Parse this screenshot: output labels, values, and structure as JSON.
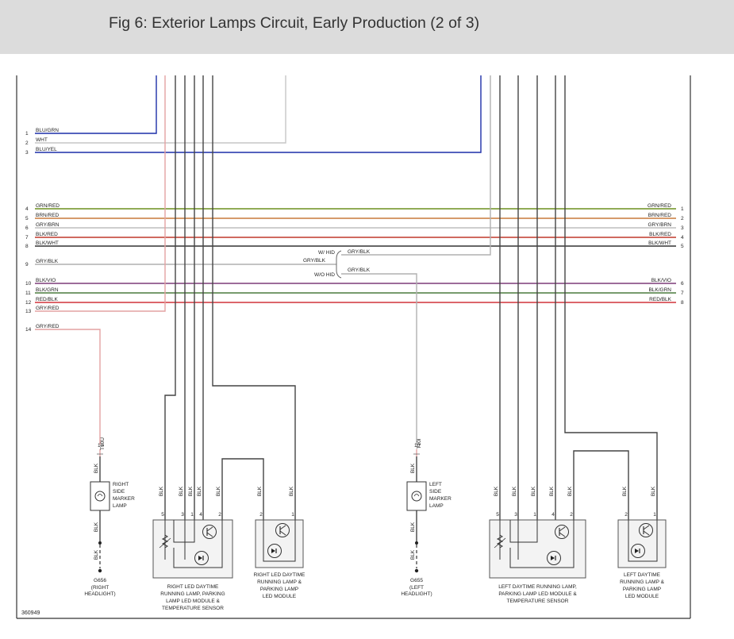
{
  "title": "Fig 6: Exterior Lamps Circuit, Early Production (2 of 3)",
  "figure_id": "360949",
  "colors": {
    "BLU/GRN": "#1c2fa8",
    "WHT": "#c6c6c6",
    "BLU/YEL": "#1c2fa8",
    "GRN/RED": "#6b8f1f",
    "BRN/RED": "#c87a3c",
    "GRY/BRN": "#bdbdbd",
    "BLK/RED": "#c0392b",
    "BLK/WHT": "#333333",
    "GRY/BLK": "#b0b0b0",
    "BLK/VIO": "#7d3b78",
    "BLK/GRN": "#4a7a3d",
    "RED/BLK": "#d0343a",
    "GRY/RED": "#e4a2a2",
    "BLK": "#444444"
  },
  "left_pins": [
    {
      "num": "1",
      "label": "BLU/GRN"
    },
    {
      "num": "2",
      "label": "WHT"
    },
    {
      "num": "3",
      "label": "BLU/YEL"
    },
    {
      "num": "4",
      "label": "GRN/RED"
    },
    {
      "num": "5",
      "label": "BRN/RED"
    },
    {
      "num": "6",
      "label": "GRY/BRN"
    },
    {
      "num": "7",
      "label": "BLK/RED"
    },
    {
      "num": "8",
      "label": "BLK/WHT"
    },
    {
      "num": "9",
      "label": "GRY/BLK"
    },
    {
      "num": "10",
      "label": "BLK/VIO"
    },
    {
      "num": "11",
      "label": "BLK/GRN"
    },
    {
      "num": "12",
      "label": "RED/BLK"
    },
    {
      "num": "13",
      "label": "GRY/RED"
    },
    {
      "num": "14",
      "label": "GRY/RED"
    }
  ],
  "right_pins": [
    {
      "num": "1",
      "label": "GRN/RED"
    },
    {
      "num": "2",
      "label": "BRN/RED"
    },
    {
      "num": "3",
      "label": "GRY/BRN"
    },
    {
      "num": "4",
      "label": "BLK/RED"
    },
    {
      "num": "5",
      "label": "BLK/WHT"
    },
    {
      "num": "6",
      "label": "BLK/VIO"
    },
    {
      "num": "7",
      "label": "BLK/GRN"
    },
    {
      "num": "8",
      "label": "RED/BLK"
    }
  ],
  "splice": {
    "with_hid": "W/ HID",
    "without_hid": "W/O HID",
    "in_label": "GRY/BLK",
    "out_top": "GRY/BLK",
    "out_bottom": "GRY/BLK"
  },
  "right_side": {
    "connector": "10",
    "connector_name": "T10U",
    "wire_top": "BLK",
    "wire_mid": "BLK",
    "wire_bottom": "BLK",
    "lamp_label": [
      "RIGHT",
      "SIDE",
      "MARKER",
      "LAMP"
    ],
    "ground_id": "G656",
    "ground_desc": [
      "(RIGHT",
      "HEADLIGHT)"
    ],
    "module1_wires": [
      "BLK",
      "BLK",
      "BLK",
      "BLK",
      "BLK"
    ],
    "module1_pins": [
      "5",
      "3",
      "1",
      "4",
      "2"
    ],
    "module1_label": [
      "RIGHT LED DAYTIME",
      "RUNNING LAMP, PARKING",
      "LAMP LED MODULE &",
      "TEMPERATURE SENSOR"
    ],
    "module2_wires": [
      "BLK",
      "BLK"
    ],
    "module2_pins": [
      "2",
      "1"
    ],
    "module2_label": [
      "RIGHT LED DAYTIME",
      "RUNNING LAMP &",
      "PARKING LAMP",
      "LED MODULE"
    ]
  },
  "left_side": {
    "connector": "10",
    "connector_name": "T10I",
    "wire_top": "BLK",
    "wire_mid": "BLK",
    "wire_bottom": "BLK",
    "lamp_label": [
      "LEFT",
      "SIDE",
      "MARKER",
      "LAMP"
    ],
    "ground_id": "G655",
    "ground_desc": [
      "(LEFT",
      "HEADLIGHT)"
    ],
    "module1_wires": [
      "BLK",
      "BLK",
      "BLK",
      "BLK",
      "BLK"
    ],
    "module1_pins": [
      "5",
      "3",
      "1",
      "4",
      "2"
    ],
    "module1_label": [
      "LEFT DAYTIME RUNNING LAMP,",
      "PARKING LAMP LED MODULE &",
      "TEMPERATURE SENSOR"
    ],
    "module2_wires": [
      "BLK",
      "BLK"
    ],
    "module2_pins": [
      "2",
      "1"
    ],
    "module2_label": [
      "LEFT DAYTIME",
      "RUNNING LAMP &",
      "PARKING LAMP",
      "LED MODULE"
    ]
  }
}
